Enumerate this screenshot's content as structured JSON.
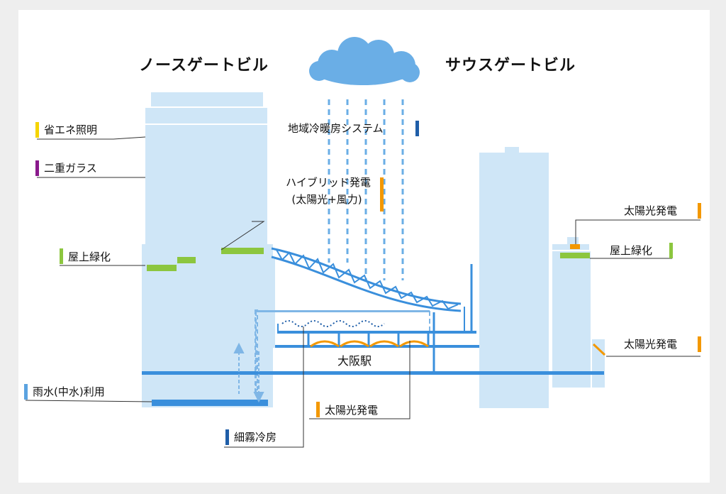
{
  "titles": {
    "north": "ノースゲートビル",
    "south": "サウスゲートビル"
  },
  "labels": {
    "energy_saving_lighting": "省エネ照明",
    "double_glazing": "二重ガラス",
    "rooftop_greening_north": "屋上緑化",
    "rainwater_use": "雨水(中水)利用",
    "district_heating_cooling": "地域冷暖房システム",
    "hybrid_power_line1": "ハイブリッド発電",
    "hybrid_power_line2": "(太陽光+風力)",
    "solar_power_top": "太陽光発電",
    "rooftop_greening_south": "屋上緑化",
    "solar_power_side": "太陽光発電",
    "solar_power_bottom": "太陽光発電",
    "mist_cooling": "細霧冷房",
    "station": "大阪駅"
  },
  "colors": {
    "yellow": "#f5d400",
    "purple": "#8a1a8c",
    "green": "#8cc63f",
    "light_blue": "#5ba3e0",
    "dark_blue": "#1f5ea8",
    "orange": "#f39800",
    "building": "#cfe6f7",
    "cloud": "#6aaee6"
  }
}
